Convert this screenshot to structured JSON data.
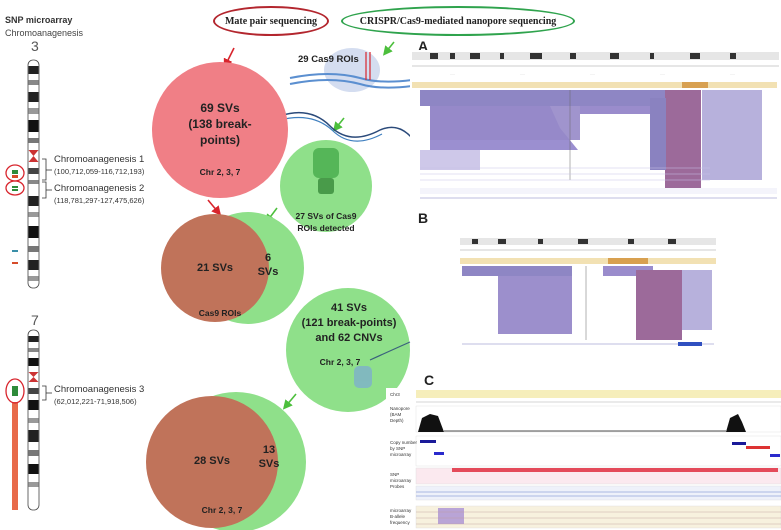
{
  "snp": {
    "title": "SNP microarray",
    "subtitle": "Chromoanagenesis",
    "chr3": "3",
    "chr7": "7",
    "regions": [
      {
        "label": "Chromoanagenesis 1",
        "coords": "(100,712,059-116,712,193)"
      },
      {
        "label": "Chromoanagenesis 2",
        "coords": "(118,781,297-127,475,626)"
      },
      {
        "label": "Chromoanagenesis 3",
        "coords": "(62,012,221-71,918,506)"
      }
    ]
  },
  "headers": {
    "mate_pair": "Mate pair sequencing",
    "crispr": "CRISPR/Cas9-mediated  nanopore sequencing"
  },
  "center": {
    "cas9_rois": "29 Cas9 ROIs",
    "mp_sv_count": "69 SVs",
    "mp_sv_break": "(138 break-",
    "mp_sv_points": "points)",
    "mp_chr": "Chr 2, 3, 7",
    "np_detected_1": "27 SVs of Cas9",
    "np_detected_2": "ROIs detected",
    "overlap1_left": "21 SVs",
    "overlap1_right_1": "6",
    "overlap1_right_2": "SVs",
    "overlap1_caption": "Cas9 ROIs",
    "np_all_1": "41 SVs",
    "np_all_2": "(121 break-points)",
    "np_all_3": "and 62 CNVs",
    "np_all_chr": "Chr 2, 3, 7",
    "overlap2_left": "28 SVs",
    "overlap2_right_1": "13",
    "overlap2_right_2": "SVs",
    "overlap2_caption": "Chr 2, 3, 7"
  },
  "panels": {
    "a": "A",
    "b": "B",
    "c": "C",
    "c_chr": "Chr3",
    "c_tracks": {
      "nanopore_1": "Nanopore",
      "nanopore_2": "(BAM",
      "nanopore_3": "Depth)",
      "cn_1": "Copy number",
      "cn_2": "by SNP",
      "cn_3": "microarray",
      "snp_1": "SNP",
      "snp_2": "microarray",
      "snp_3": "Probes",
      "baf_1": "microarray",
      "baf_2": "B-allele",
      "baf_3": "frequency"
    }
  },
  "colors": {
    "red_circle": "#f07f86",
    "green_circle": "#8fe08a",
    "brown_overlap": "#c0735a",
    "header_red": "#b3262e",
    "header_green": "#2fa34d",
    "arrow_red": "#d8252d",
    "arrow_green": "#4cbf3c"
  }
}
